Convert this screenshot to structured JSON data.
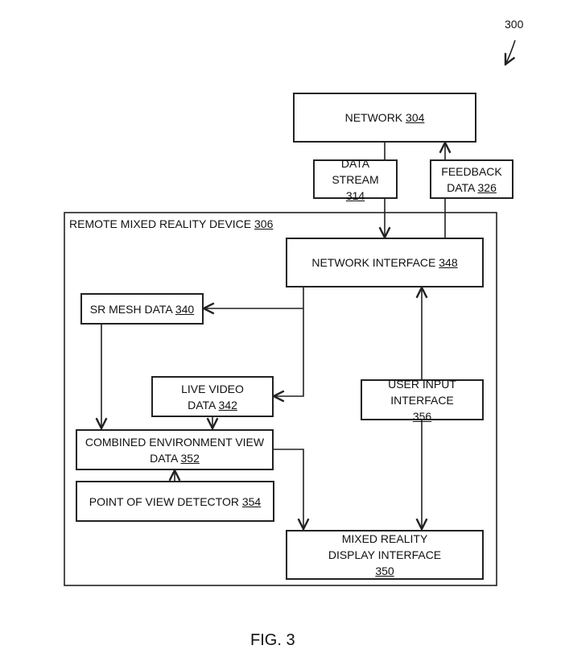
{
  "figure_ref": "300",
  "caption": "FIG. 3",
  "device": {
    "label": "REMOTE MIXED REALITY DEVICE",
    "ref": "306"
  },
  "boxes": {
    "network": {
      "label": "NETWORK",
      "ref": "304"
    },
    "data_stream": {
      "label": "DATA STREAM",
      "ref": "314"
    },
    "feedback": {
      "label": "FEEDBACK DATA",
      "ref": "326"
    },
    "network_interface": {
      "label": "NETWORK INTERFACE",
      "ref": "348"
    },
    "sr_mesh": {
      "label": "SR MESH DATA",
      "ref": "340"
    },
    "live_video": {
      "label": "LIVE VIDEO DATA",
      "ref": "342"
    },
    "user_input": {
      "label": "USER INPUT INTERFACE",
      "ref": "356"
    },
    "combined": {
      "label": "COMBINED ENVIRONMENT VIEW DATA",
      "ref": "352"
    },
    "pov": {
      "label": "POINT OF VIEW DETECTOR",
      "ref": "354"
    },
    "mr_display": {
      "label": "MIXED REALITY DISPLAY INTERFACE",
      "ref": "350"
    }
  }
}
